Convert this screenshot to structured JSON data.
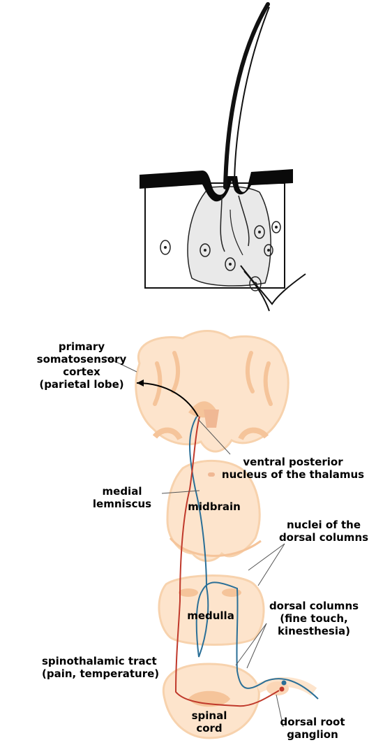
{
  "labels": {
    "primary_cortex": [
      "primary",
      "somatosensory",
      "cortex",
      "(parietal lobe)"
    ],
    "ventral_posterior": [
      "ventral posterior",
      "nucleus of the thalamus"
    ],
    "medial_lemniscus": [
      "medial",
      "lemniscus"
    ],
    "midbrain": "midbrain",
    "nuclei_dorsal_columns": [
      "nuclei of the",
      "dorsal columns"
    ],
    "medulla": "medulla",
    "dorsal_columns": [
      "dorsal columns",
      "(fine touch,",
      "kinesthesia)"
    ],
    "spinothalamic": [
      "spinothalamic tract",
      "(pain, temperature)"
    ],
    "spinal_cord": [
      "spinal",
      "cord"
    ],
    "dorsal_root_ganglion": [
      "dorsal root",
      "ganglion"
    ]
  },
  "colors": {
    "tissue": "#fde4cc",
    "tissue_dark": "#f5c49a",
    "dorsal_pathway": "#2a6f97",
    "spinothalamic_pathway": "#c0392b",
    "skin": "#111111"
  }
}
